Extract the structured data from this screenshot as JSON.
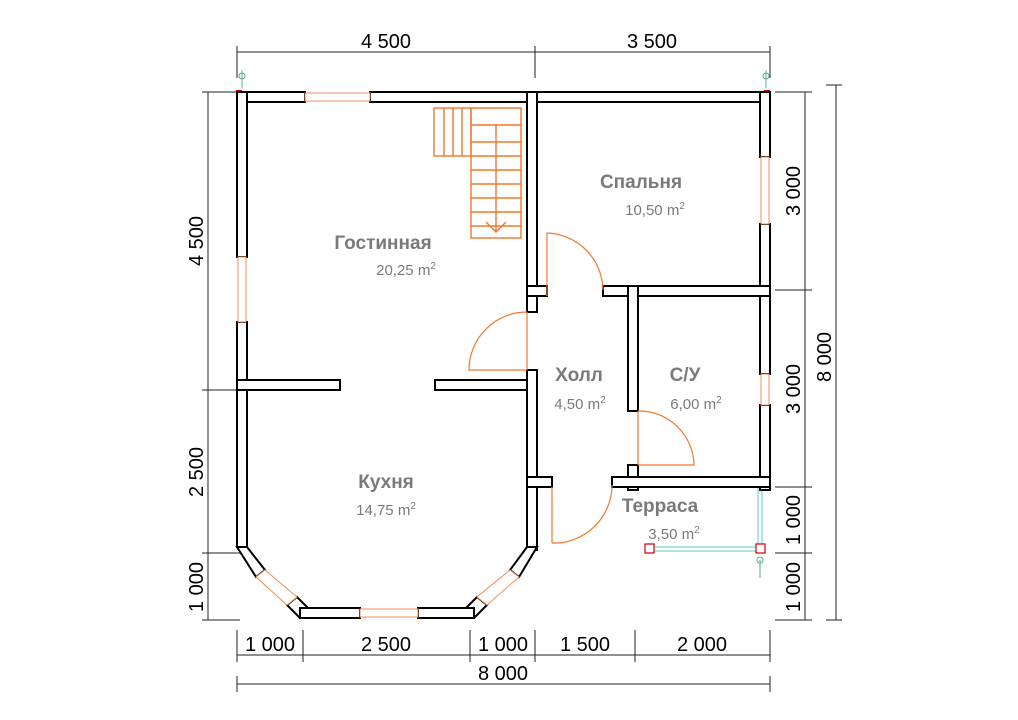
{
  "dimensions": {
    "top": [
      "4 500",
      "3 500"
    ],
    "left": [
      "4 500",
      "2 500",
      "1 000"
    ],
    "right": [
      "3 000",
      "3 000",
      "1 000",
      "1 000"
    ],
    "right_total": "8 000",
    "bottom": [
      "1 000",
      "2 500",
      "1 000",
      "1 500",
      "2 000"
    ],
    "bottom_total": "8 000"
  },
  "rooms": {
    "living": {
      "name": "Гостинная",
      "area": "20,25 m"
    },
    "bedroom": {
      "name": "Спальня",
      "area": "10,50 m"
    },
    "hall": {
      "name": "Холл",
      "area": "4,50 m"
    },
    "bath": {
      "name": "С/У",
      "area": "6,00 m"
    },
    "kitchen": {
      "name": "Кухня",
      "area": "14,75 m"
    },
    "terrace": {
      "name": "Терраса",
      "area": "3,50 m"
    }
  },
  "area_unit_superscript": "2",
  "colors": {
    "wall": "#000000",
    "door_stair": "#f0782d",
    "window": "#f28c5a",
    "terrace_rail": "#7fd4d4",
    "label": "#7a7a7a"
  }
}
